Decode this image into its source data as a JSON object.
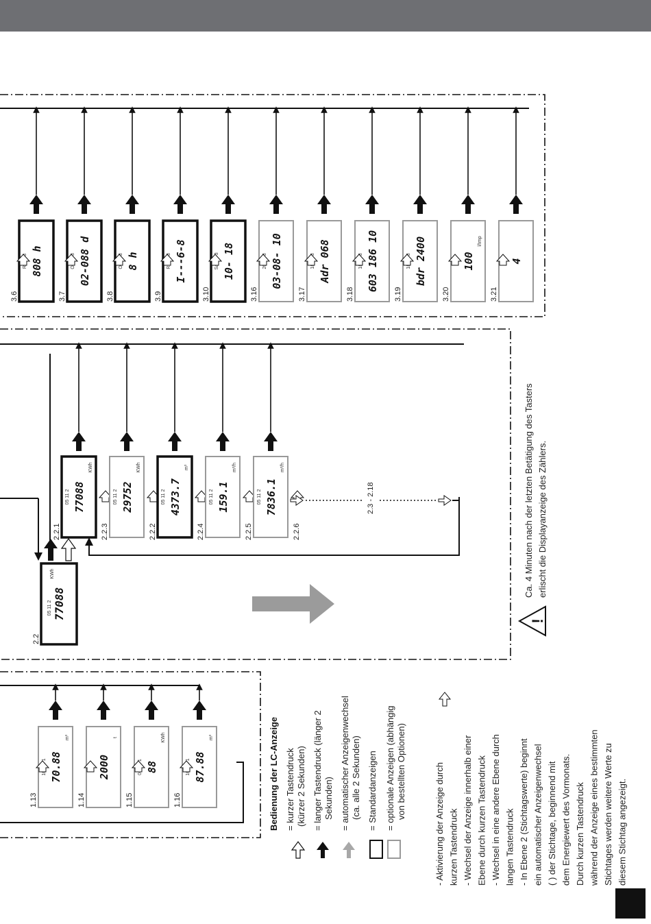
{
  "lvl3": [
    {
      "label": "3.6",
      "value": "808 h",
      "top": "RL t1 3",
      "std": true
    },
    {
      "label": "3.7",
      "value": "02-088 d",
      "top": "OP t1 3",
      "std": true
    },
    {
      "label": "3.8",
      "value": "8 h",
      "top": "OF t1 3",
      "std": true
    },
    {
      "label": "3.9",
      "value": "I---6-8",
      "top": "RL rE 3",
      "std": true
    },
    {
      "label": "3.10",
      "value": "10- 18",
      "top": "Sa FE 3",
      "std": true
    },
    {
      "label": "3.16",
      "value": "03-08- 10",
      "top": "20 18 3",
      "std": false
    },
    {
      "label": "3.17",
      "value": "Adr 068",
      "top": "18 05 3",
      "std": false
    },
    {
      "label": "3.18",
      "value": "603 186 10",
      "top": "18 05 3",
      "std": false
    },
    {
      "label": "3.19",
      "value": "bdr 2400",
      "top": "18 05 3",
      "std": false
    },
    {
      "label": "3.20",
      "value": "100",
      "top": "3",
      "unit": "l/Imp",
      "std": false
    },
    {
      "label": "3.21",
      "value": "4",
      "top": "3",
      "std": false
    }
  ],
  "lvl2": [
    {
      "label": "2.2.1",
      "value": "77088",
      "unit": "KWh",
      "top": "05 11 2",
      "std": true
    },
    {
      "label": "2.2.3",
      "value": "29752",
      "unit": "KWh",
      "top": "05 11 2",
      "std": false
    },
    {
      "label": "2.2.2",
      "value": "4373.7",
      "unit": "m³",
      "top": "05 11 2",
      "std": true
    },
    {
      "label": "2.2.4",
      "value": "159.1",
      "unit": "m³/h",
      "top": "05 11 2",
      "std": false
    },
    {
      "label": "2.2.5",
      "value": "7836.1",
      "unit": "m³/h",
      "top": "05 11 2",
      "std": false
    }
  ],
  "lvl2_main": {
    "label": "2.2",
    "value": "77088",
    "unit": "KWh",
    "top": "05 11 2"
  },
  "lvl2_next": "2.2.6",
  "lvl2_range": "2.3 - 2.18",
  "lvl1": [
    {
      "label": "1.13",
      "value": "70.88",
      "unit": "m³",
      "top": "10_68 1"
    },
    {
      "label": "1.14",
      "value": "2000",
      "unit": "t",
      "top": "1"
    },
    {
      "label": "1.15",
      "value": "88",
      "unit": "KWh",
      "top": "08 Th 1"
    },
    {
      "label": "1.16",
      "value": "87.88",
      "unit": "m³",
      "top": "10_68 1"
    }
  ],
  "warning": {
    "line1": "Ca. 4 Minuten nach der letzten Betätigung des Tasters",
    "line2": "erlischt die Displayanzeige des Zählers."
  },
  "legend": {
    "title": "Bedienung der LC-Anzeige",
    "items": [
      "= kurzer Tastendruck",
      "(kürzer 2 Sekunden)",
      "= langer Tastendruck (länger 2",
      "Sekunden)",
      "= automatischer Anzeigenwechsel",
      "(ca. alle 2 Sekunden)",
      "= Standardanzeigen",
      "= optionale Anzeigen (abhängig",
      "von bestellten Optionen)"
    ],
    "notes": [
      "- Aktivierung der Anzeige durch",
      "kurzen Tastendruck",
      "- Wechsel der Anzeige innerhalb einer",
      "Ebene durch      kurzen Tastendruck",
      "- Wechsel in eine andere Ebene durch",
      "      langen Tastendruck",
      "- In Ebene 2 (Stichtagswerte) beginnt",
      "ein automatischer Anzeigenwechsel",
      "(      ) der Stichtage, beginnend mit",
      "dem Energiewert des Vormonats.",
      "Durch      kurzen Tastendruck",
      "während der Anzeige eines bestimmten",
      "Stichtages werden weitere Werte zu",
      "diesem Stichtag angezeigt."
    ]
  }
}
